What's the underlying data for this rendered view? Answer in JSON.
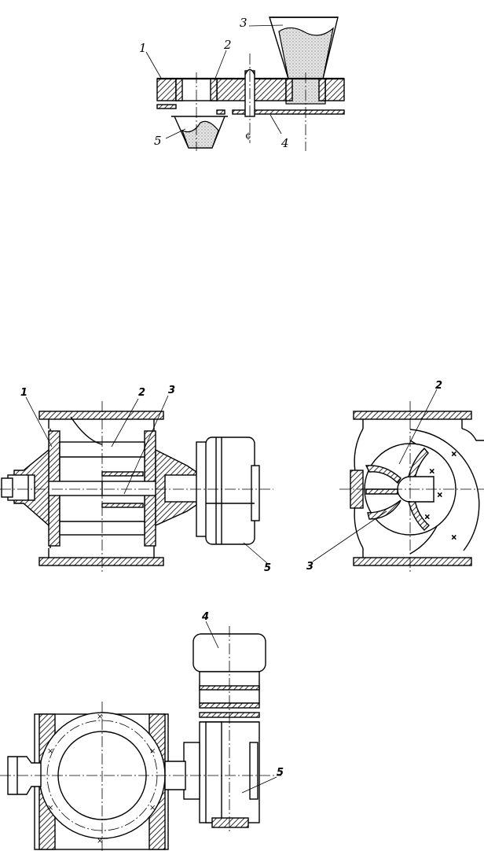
{
  "figure_top": {
    "labels": {
      "l1": "1",
      "l2": "2",
      "l3": "3",
      "l4": "4",
      "l5": "5"
    }
  },
  "figure_side": {
    "labels": {
      "l1": "1",
      "l2": "2",
      "l3": "3",
      "l5": "5"
    }
  },
  "figure_section": {
    "labels": {
      "l2": "2",
      "l3": "3"
    }
  },
  "figure_plan": {
    "labels": {
      "l4": "4",
      "l5": "5"
    }
  }
}
